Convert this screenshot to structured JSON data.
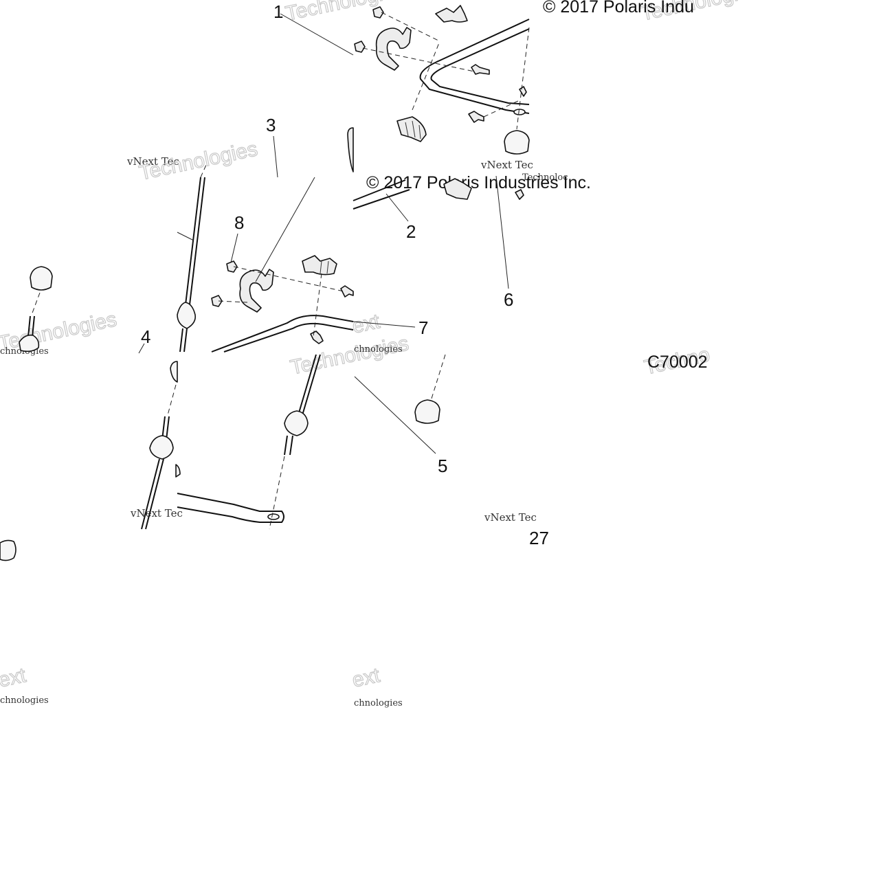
{
  "diagram": {
    "callouts": [
      {
        "id": "1",
        "label": "1"
      },
      {
        "id": "2",
        "label": "2"
      },
      {
        "id": "3",
        "label": "3"
      },
      {
        "id": "4",
        "label": "4"
      },
      {
        "id": "5",
        "label": "5"
      },
      {
        "id": "6",
        "label": "6"
      },
      {
        "id": "7",
        "label": "7"
      },
      {
        "id": "8",
        "label": "8"
      }
    ],
    "copyright_fragment_top": "© 2017 Polaris Indu",
    "copyright_fragment_mid": "© 2017 Polaris Industries Inc.",
    "drawing_code_fragment": "C70002",
    "fragment_27": "27",
    "watermark_vnext": "vNext Tec",
    "watermark_technologies": "Technologies",
    "watermark_fragment_technoloc": "Technoloc",
    "watermark_fragment_ext": "ext",
    "watermark_fragment_chnologies": "chnologies",
    "watermark_fragment_techno": "Techno"
  }
}
